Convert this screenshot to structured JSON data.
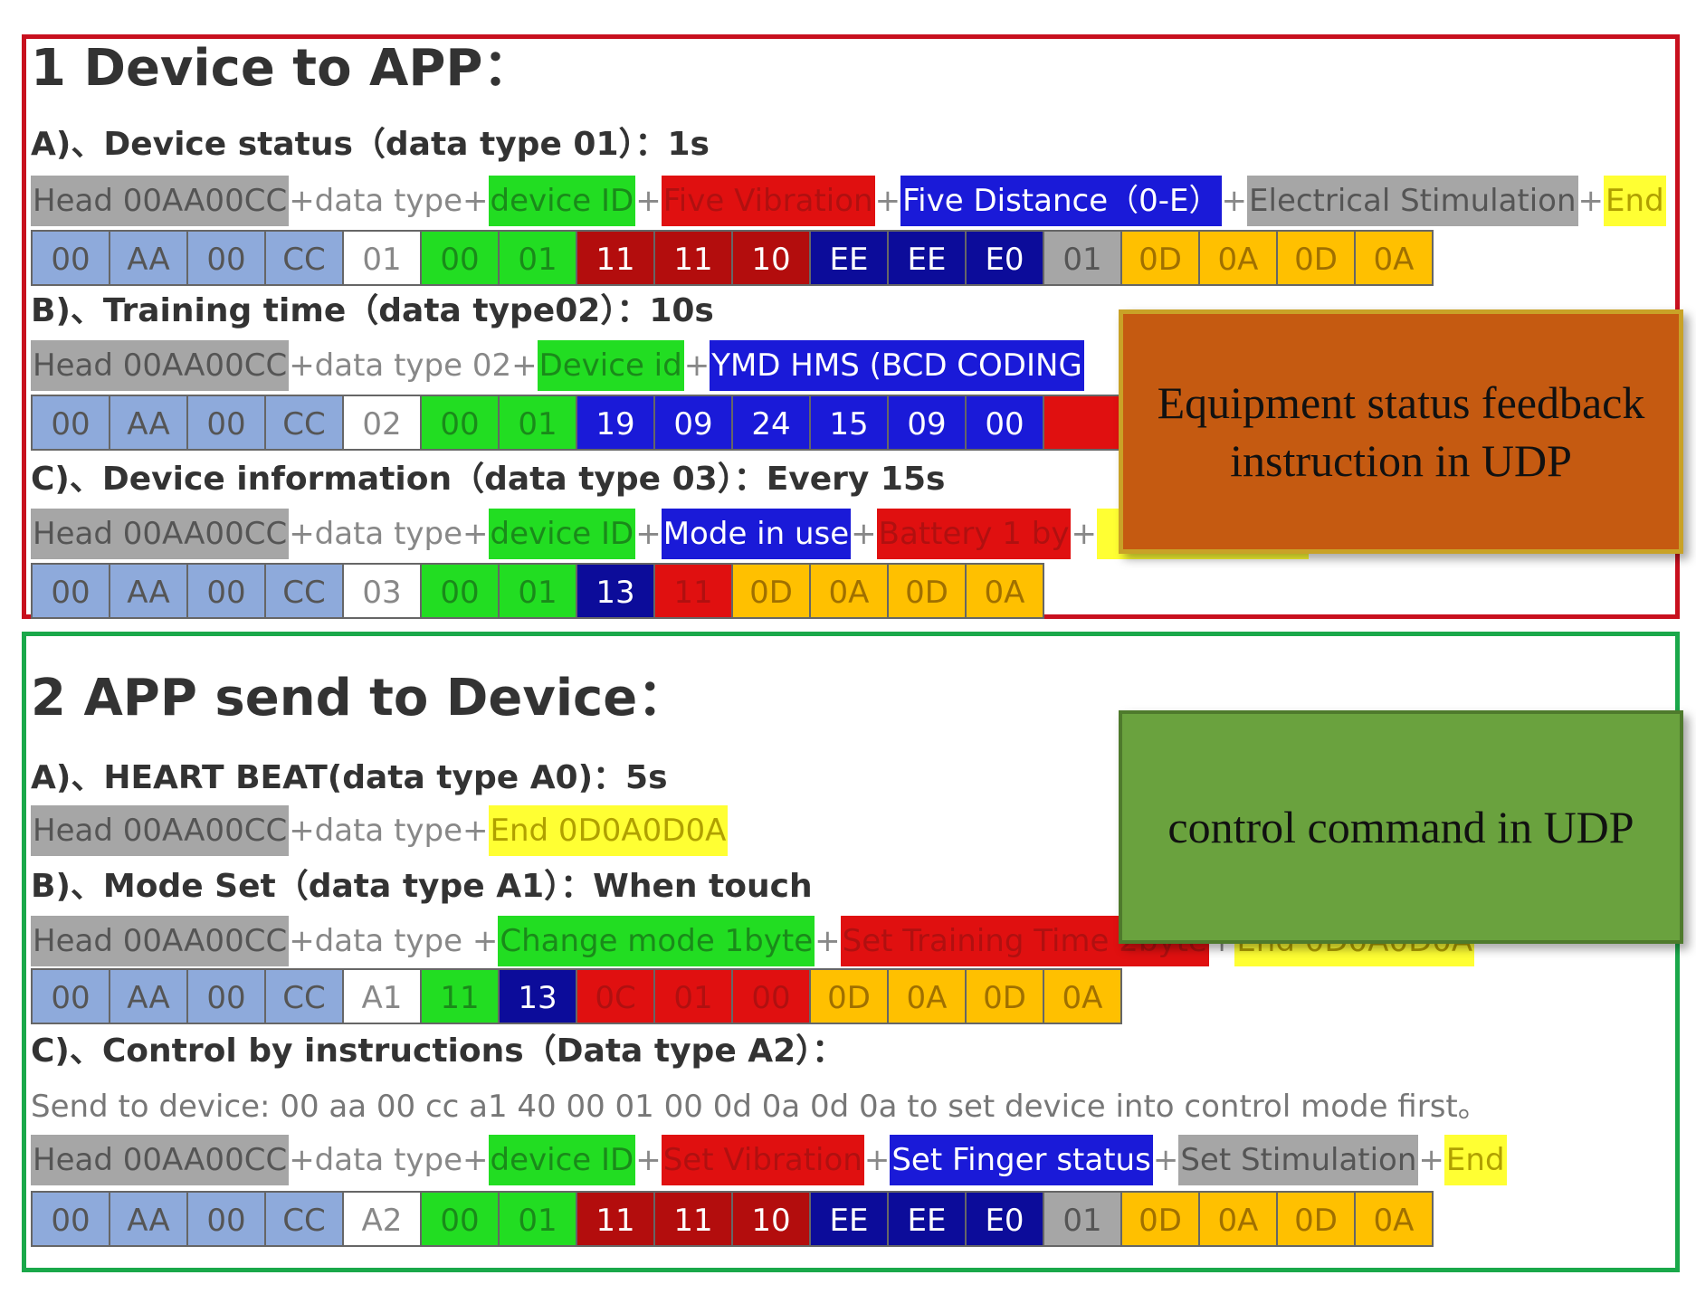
{
  "colors": {
    "grey": "#a6a6a6",
    "white": "#ffffff",
    "green": "#22dd22",
    "red": "#e01010",
    "darkred": "#b30d0d",
    "blue": "#1a1ad8",
    "darkblue": "#0c0c9a",
    "lightblue": "#8eaadb",
    "yellow": "#ffff33",
    "orange": "#ffc000",
    "frame_red": "#c8101e",
    "frame_green": "#1aa84a",
    "callout_orange": "#c55a11",
    "callout_green": "#6aa23e"
  },
  "section1": {
    "title": "1 Device to APP：",
    "a": {
      "heading": "A)、Device status（data type 01）：1s",
      "legend": [
        {
          "text": "Head 00AA00CC",
          "color": "grey",
          "tc": "#555"
        },
        {
          "text": "+data type+",
          "color": "white",
          "tc": "#888"
        },
        {
          "text": "device ID",
          "color": "green",
          "tc": "#1a8a1a"
        },
        {
          "text": "+",
          "color": "white",
          "tc": "#888"
        },
        {
          "text": "Five Vibration",
          "color": "red",
          "tc": "#b01010"
        },
        {
          "text": " +",
          "color": "white",
          "tc": "#888"
        },
        {
          "text": "Five Distance（0-E）",
          "color": "blue",
          "tc": "#ffffff"
        },
        {
          "text": " +",
          "color": "white",
          "tc": "#888"
        },
        {
          "text": "Electrical Stimulation",
          "color": "grey",
          "tc": "#555"
        },
        {
          "text": " + ",
          "color": "white",
          "tc": "#888"
        },
        {
          "text": "End",
          "color": "yellow",
          "tc": "#b0a000"
        }
      ],
      "bytes": [
        {
          "v": "00",
          "c": "lightblue",
          "tc": "#555"
        },
        {
          "v": "AA",
          "c": "lightblue",
          "tc": "#555"
        },
        {
          "v": "00",
          "c": "lightblue",
          "tc": "#555"
        },
        {
          "v": "CC",
          "c": "lightblue",
          "tc": "#555"
        },
        {
          "v": "01",
          "c": "white",
          "tc": "#888"
        },
        {
          "v": "00",
          "c": "green",
          "tc": "#1a8a1a"
        },
        {
          "v": "01",
          "c": "green",
          "tc": "#1a8a1a"
        },
        {
          "v": "11",
          "c": "darkred",
          "tc": "#ffffff"
        },
        {
          "v": "11",
          "c": "darkred",
          "tc": "#ffffff"
        },
        {
          "v": "10",
          "c": "darkred",
          "tc": "#ffffff"
        },
        {
          "v": "EE",
          "c": "darkblue",
          "tc": "#ffffff"
        },
        {
          "v": "EE",
          "c": "darkblue",
          "tc": "#ffffff"
        },
        {
          "v": "E0",
          "c": "darkblue",
          "tc": "#ffffff"
        },
        {
          "v": "01",
          "c": "grey",
          "tc": "#555"
        },
        {
          "v": "0D",
          "c": "orange",
          "tc": "#a07000"
        },
        {
          "v": "0A",
          "c": "orange",
          "tc": "#a07000"
        },
        {
          "v": "0D",
          "c": "orange",
          "tc": "#a07000"
        },
        {
          "v": "0A",
          "c": "orange",
          "tc": "#a07000"
        }
      ]
    },
    "b": {
      "heading": "B)、Training time（data type02）：10s",
      "legend": [
        {
          "text": "Head 00AA00CC",
          "color": "grey",
          "tc": "#555"
        },
        {
          "text": "+data type 02+",
          "color": "white",
          "tc": "#888"
        },
        {
          "text": "Device id",
          "color": "green",
          "tc": "#1a8a1a"
        },
        {
          "text": " + ",
          "color": "white",
          "tc": "#888"
        },
        {
          "text": "YMD HMS (BCD CODING",
          "color": "blue",
          "tc": "#ffffff"
        }
      ],
      "bytes": [
        {
          "v": "00",
          "c": "lightblue",
          "tc": "#555"
        },
        {
          "v": "AA",
          "c": "lightblue",
          "tc": "#555"
        },
        {
          "v": "00",
          "c": "lightblue",
          "tc": "#555"
        },
        {
          "v": "CC",
          "c": "lightblue",
          "tc": "#555"
        },
        {
          "v": "02",
          "c": "white",
          "tc": "#888"
        },
        {
          "v": "00",
          "c": "green",
          "tc": "#1a8a1a"
        },
        {
          "v": "01",
          "c": "green",
          "tc": "#1a8a1a"
        },
        {
          "v": "19",
          "c": "blue",
          "tc": "#ffffff"
        },
        {
          "v": "09",
          "c": "blue",
          "tc": "#ffffff"
        },
        {
          "v": "24",
          "c": "blue",
          "tc": "#ffffff"
        },
        {
          "v": "15",
          "c": "blue",
          "tc": "#ffffff"
        },
        {
          "v": "09",
          "c": "blue",
          "tc": "#ffffff"
        },
        {
          "v": "00",
          "c": "blue",
          "tc": "#ffffff"
        },
        {
          "v": "",
          "c": "red",
          "tc": "#ffffff"
        }
      ]
    },
    "c": {
      "heading": "C)、Device information（data type 03）：Every 15s",
      "legend": [
        {
          "text": "Head 00AA00CC",
          "color": "grey",
          "tc": "#555"
        },
        {
          "text": "+data type+ ",
          "color": "white",
          "tc": "#888"
        },
        {
          "text": "device ID",
          "color": "green",
          "tc": "#1a8a1a"
        },
        {
          "text": " + ",
          "color": "white",
          "tc": "#888"
        },
        {
          "text": "Mode in use",
          "color": "blue",
          "tc": "#ffffff"
        },
        {
          "text": "+",
          "color": "white",
          "tc": "#888"
        },
        {
          "text": "Battery 1 by",
          "color": "red",
          "tc": "#b01010"
        },
        {
          "text": " + ",
          "color": "white",
          "tc": "#888"
        },
        {
          "text": "",
          "color": "yellow",
          "tc": "#b0a000"
        }
      ],
      "bytes": [
        {
          "v": "00",
          "c": "lightblue",
          "tc": "#555"
        },
        {
          "v": "AA",
          "c": "lightblue",
          "tc": "#555"
        },
        {
          "v": "00",
          "c": "lightblue",
          "tc": "#555"
        },
        {
          "v": "CC",
          "c": "lightblue",
          "tc": "#555"
        },
        {
          "v": "03",
          "c": "white",
          "tc": "#888"
        },
        {
          "v": "00",
          "c": "green",
          "tc": "#1a8a1a"
        },
        {
          "v": "01",
          "c": "green",
          "tc": "#1a8a1a"
        },
        {
          "v": "13",
          "c": "darkblue",
          "tc": "#ffffff"
        },
        {
          "v": "11",
          "c": "red",
          "tc": "#b01010"
        },
        {
          "v": "0D",
          "c": "orange",
          "tc": "#a07000"
        },
        {
          "v": "0A",
          "c": "orange",
          "tc": "#a07000"
        },
        {
          "v": "0D",
          "c": "orange",
          "tc": "#a07000"
        },
        {
          "v": "0A",
          "c": "orange",
          "tc": "#a07000"
        }
      ]
    },
    "callout": [
      "Equipment status feedback",
      "instruction in UDP"
    ]
  },
  "section2": {
    "title": "2 APP send to Device：",
    "a": {
      "heading": "A)、HEART BEAT(data type A0)：5s",
      "legend": [
        {
          "text": "Head 00AA00CC",
          "color": "grey",
          "tc": "#555"
        },
        {
          "text": "+data type+ ",
          "color": "white",
          "tc": "#888"
        },
        {
          "text": "End 0D0A0D0A",
          "color": "yellow",
          "tc": "#b0a000"
        }
      ]
    },
    "b": {
      "heading": "B)、Mode Set（data type A1）：When touch",
      "legend": [
        {
          "text": "Head 00AA00CC",
          "color": "grey",
          "tc": "#555"
        },
        {
          "text": "+data type +",
          "color": "white",
          "tc": "#888"
        },
        {
          "text": "Change mode 1byte",
          "color": "green",
          "tc": "#1a8a1a"
        },
        {
          "text": "+",
          "color": "white",
          "tc": "#888"
        },
        {
          "text": "Set Training Time 2byte",
          "color": "red",
          "tc": "#b01010"
        },
        {
          "text": " + ",
          "color": "white",
          "tc": "#888"
        },
        {
          "text": "End 0D0A0D0A",
          "color": "yellow",
          "tc": "#b0a000"
        }
      ],
      "bytes": [
        {
          "v": "00",
          "c": "lightblue",
          "tc": "#555"
        },
        {
          "v": "AA",
          "c": "lightblue",
          "tc": "#555"
        },
        {
          "v": "00",
          "c": "lightblue",
          "tc": "#555"
        },
        {
          "v": "CC",
          "c": "lightblue",
          "tc": "#555"
        },
        {
          "v": "A1",
          "c": "white",
          "tc": "#888"
        },
        {
          "v": "11",
          "c": "green",
          "tc": "#1a8a1a"
        },
        {
          "v": "13",
          "c": "darkblue",
          "tc": "#ffffff"
        },
        {
          "v": "0C",
          "c": "red",
          "tc": "#b01010"
        },
        {
          "v": "01",
          "c": "red",
          "tc": "#b01010"
        },
        {
          "v": "00",
          "c": "red",
          "tc": "#b01010"
        },
        {
          "v": "0D",
          "c": "orange",
          "tc": "#a07000"
        },
        {
          "v": "0A",
          "c": "orange",
          "tc": "#a07000"
        },
        {
          "v": "0D",
          "c": "orange",
          "tc": "#a07000"
        },
        {
          "v": "0A",
          "c": "orange",
          "tc": "#a07000"
        }
      ]
    },
    "c": {
      "heading": "C)、Control by instructions（Data type A2）：",
      "note": "Send to device:   00 aa 00 cc a1 40 00 01 00 0d 0a 0d 0a to set device into control mode first。",
      "legend": [
        {
          "text": "Head 00AA00CC",
          "color": "grey",
          "tc": "#555"
        },
        {
          "text": "+data type+ ",
          "color": "white",
          "tc": "#888"
        },
        {
          "text": "device ID",
          "color": "green",
          "tc": "#1a8a1a"
        },
        {
          "text": " + ",
          "color": "white",
          "tc": "#888"
        },
        {
          "text": "Set Vibration",
          "color": "red",
          "tc": "#b01010"
        },
        {
          "text": "+",
          "color": "white",
          "tc": "#888"
        },
        {
          "text": "Set Finger status",
          "color": "blue",
          "tc": "#ffffff"
        },
        {
          "text": "+",
          "color": "white",
          "tc": "#888"
        },
        {
          "text": "Set Stimulation",
          "color": "grey",
          "tc": "#555"
        },
        {
          "text": "+ ",
          "color": "white",
          "tc": "#888"
        },
        {
          "text": "End",
          "color": "yellow",
          "tc": "#b0a000"
        }
      ],
      "bytes": [
        {
          "v": "00",
          "c": "lightblue",
          "tc": "#555"
        },
        {
          "v": "AA",
          "c": "lightblue",
          "tc": "#555"
        },
        {
          "v": "00",
          "c": "lightblue",
          "tc": "#555"
        },
        {
          "v": "CC",
          "c": "lightblue",
          "tc": "#555"
        },
        {
          "v": "A2",
          "c": "white",
          "tc": "#888"
        },
        {
          "v": "00",
          "c": "green",
          "tc": "#1a8a1a"
        },
        {
          "v": "01",
          "c": "green",
          "tc": "#1a8a1a"
        },
        {
          "v": "11",
          "c": "darkred",
          "tc": "#ffffff"
        },
        {
          "v": "11",
          "c": "darkred",
          "tc": "#ffffff"
        },
        {
          "v": "10",
          "c": "darkred",
          "tc": "#ffffff"
        },
        {
          "v": "EE",
          "c": "darkblue",
          "tc": "#ffffff"
        },
        {
          "v": "EE",
          "c": "darkblue",
          "tc": "#ffffff"
        },
        {
          "v": "E0",
          "c": "darkblue",
          "tc": "#ffffff"
        },
        {
          "v": "01",
          "c": "grey",
          "tc": "#555"
        },
        {
          "v": "0D",
          "c": "orange",
          "tc": "#a07000"
        },
        {
          "v": "0A",
          "c": "orange",
          "tc": "#a07000"
        },
        {
          "v": "0D",
          "c": "orange",
          "tc": "#a07000"
        },
        {
          "v": "0A",
          "c": "orange",
          "tc": "#a07000"
        }
      ]
    },
    "callout": [
      "control command in UDP"
    ]
  }
}
